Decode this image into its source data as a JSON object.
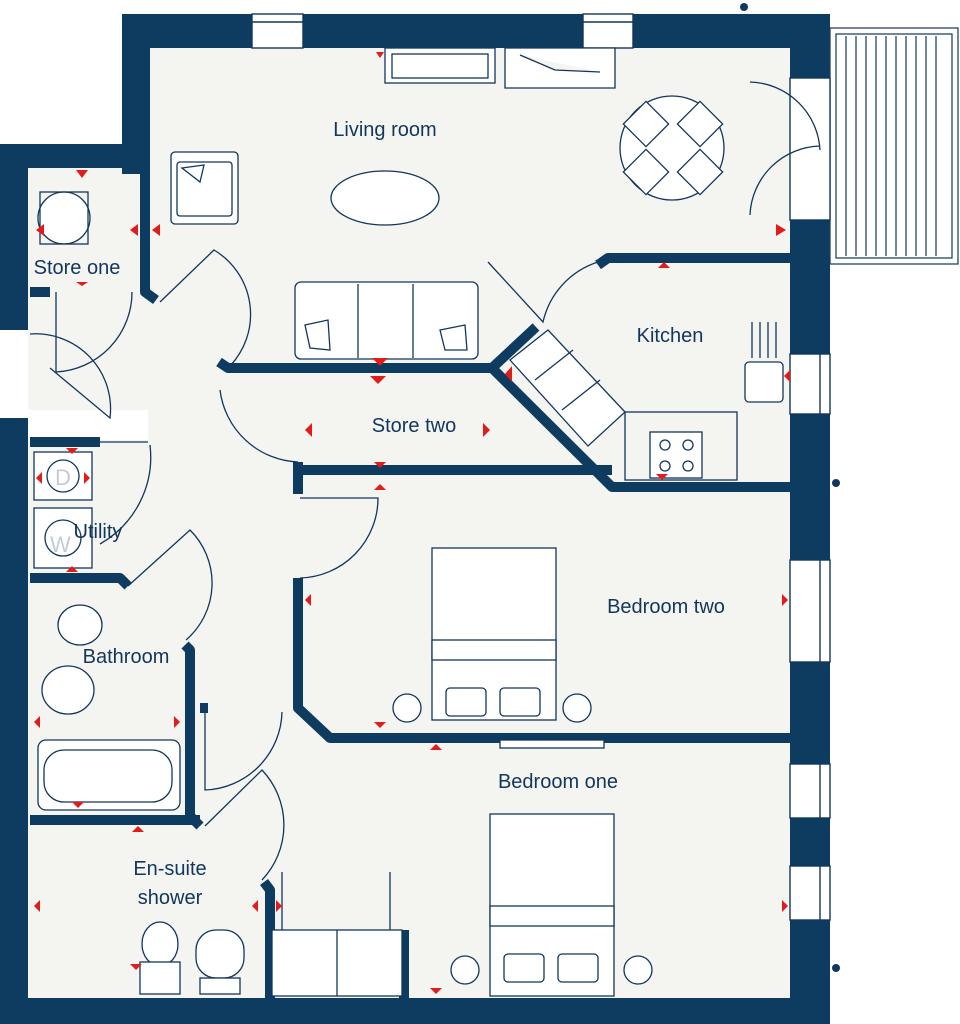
{
  "colors": {
    "wall": "#0e3b60",
    "line": "#12365c",
    "marker": "#e21b1b",
    "floor": "#f4f4f1",
    "background": "#ffffff"
  },
  "rooms": {
    "living_room": "Living room",
    "kitchen": "Kitchen",
    "store_one": "Store one",
    "store_two": "Store two",
    "utility": "Utility",
    "bathroom": "Bathroom",
    "bedroom_two": "Bedroom two",
    "bedroom_one": "Bedroom one",
    "en_suite_line1": "En-suite",
    "en_suite_line2": "shower"
  },
  "appliance_letters": {
    "dryer": "D",
    "washer": "W"
  }
}
